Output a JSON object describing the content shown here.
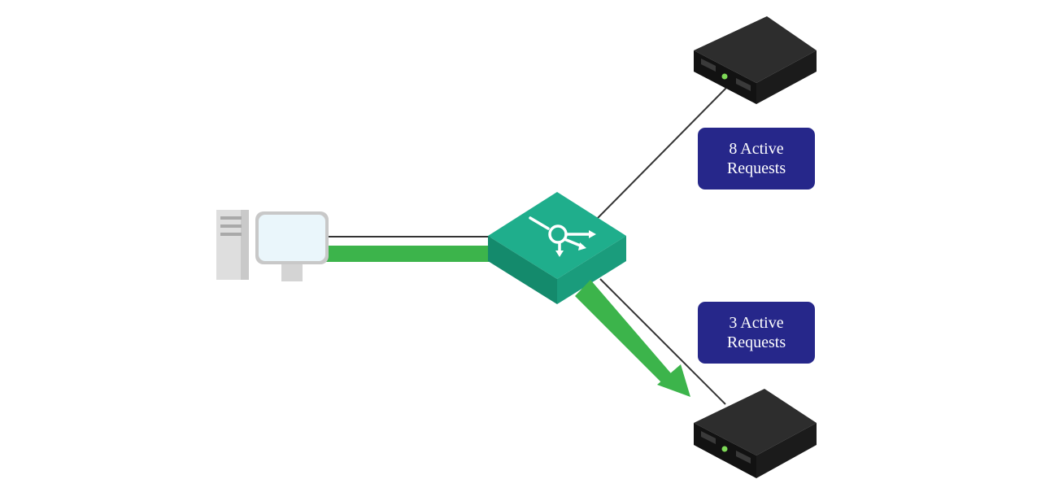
{
  "colors": {
    "badge_bg": "#26278a",
    "traffic_arrow": "#3cb44b",
    "load_balancer": "#1fae8c",
    "server": "#1e1e1e",
    "server_led": "#7ed957",
    "client": "#e5e5e5",
    "link_line": "#333333"
  },
  "icons": {
    "client": "desktop-computer-icon",
    "load_balancer": "load-balancer-icon",
    "server": "rack-server-icon"
  },
  "badges": [
    {
      "line1": "8 Active",
      "line2": "Requests"
    },
    {
      "line1": "3 Active",
      "line2": "Requests"
    }
  ]
}
